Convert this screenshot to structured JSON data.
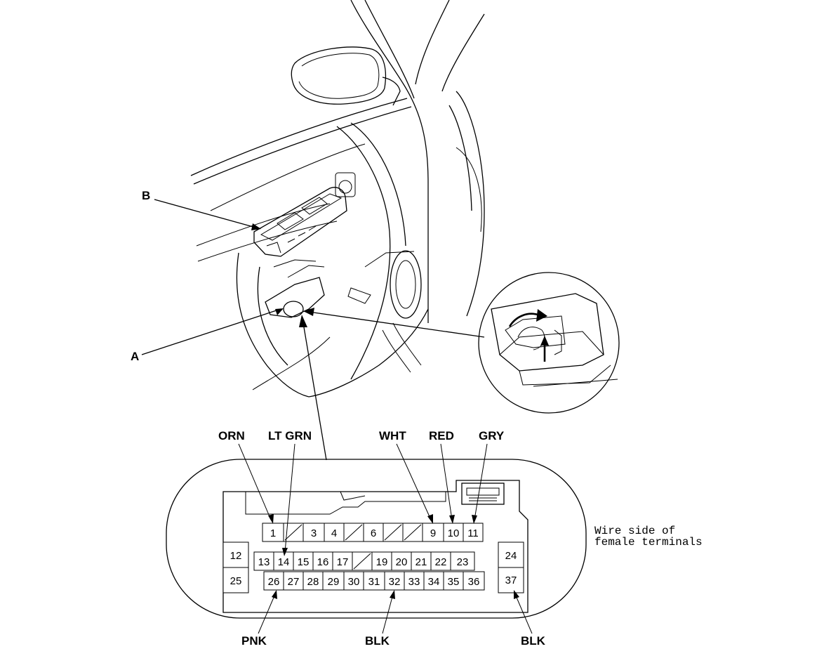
{
  "callouts": {
    "part_a": "A",
    "part_b": "B"
  },
  "wire_colors": {
    "orn": "ORN",
    "lt_grn": "LT GRN",
    "wht": "WHT",
    "red": "RED",
    "gry": "GRY",
    "pnk": "PNK",
    "blk_left": "BLK",
    "blk_right": "BLK"
  },
  "connector_note": {
    "line1": "Wire side of",
    "line2": "female terminals"
  },
  "terminals": {
    "t1": "1",
    "t3": "3",
    "t4": "4",
    "t6": "6",
    "t9": "9",
    "t10": "10",
    "t11": "11",
    "t12": "12",
    "t13": "13",
    "t14": "14",
    "t15": "15",
    "t16": "16",
    "t17": "17",
    "t19": "19",
    "t20": "20",
    "t21": "21",
    "t22": "22",
    "t23": "23",
    "t24": "24",
    "t25": "25",
    "t26": "26",
    "t27": "27",
    "t28": "28",
    "t29": "29",
    "t30": "30",
    "t31": "31",
    "t32": "32",
    "t33": "33",
    "t34": "34",
    "t35": "35",
    "t36": "36",
    "t37": "37"
  }
}
